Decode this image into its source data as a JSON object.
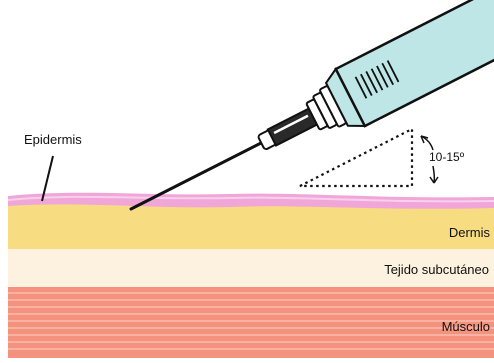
{
  "labels": {
    "epidermis": "Epidermis",
    "dermis": "Dermis",
    "subcutaneous": "Tejido subcutáneo",
    "muscle": "Músculo",
    "angle": "10-15º"
  },
  "colors": {
    "epidermis": "#f0a6d8",
    "dermis": "#f7dc82",
    "subcutaneous": "#fdf2df",
    "muscle": "#f4927e",
    "syringe_barrel": "#bfe6e6",
    "needle": "#111111",
    "outline": "#111111"
  }
}
